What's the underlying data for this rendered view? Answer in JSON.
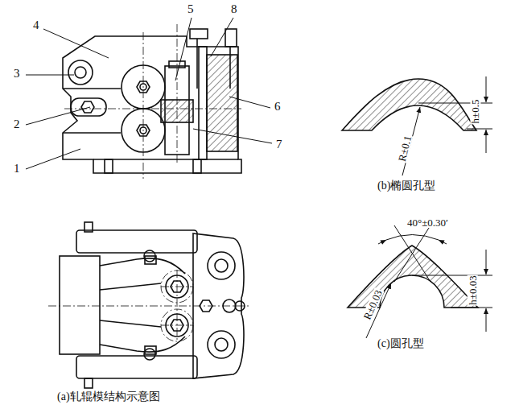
{
  "diagram": {
    "labels": [
      "4",
      "3",
      "2",
      "1",
      "5",
      "8",
      "6",
      "7",
      "h±0.5",
      "R±0.1",
      "(b)椭圆孔型",
      "40°±0.30′",
      "h±0.03",
      "R±0.03",
      "(c)圆孔型",
      "(a)轧辊模结构示意图"
    ]
  }
}
